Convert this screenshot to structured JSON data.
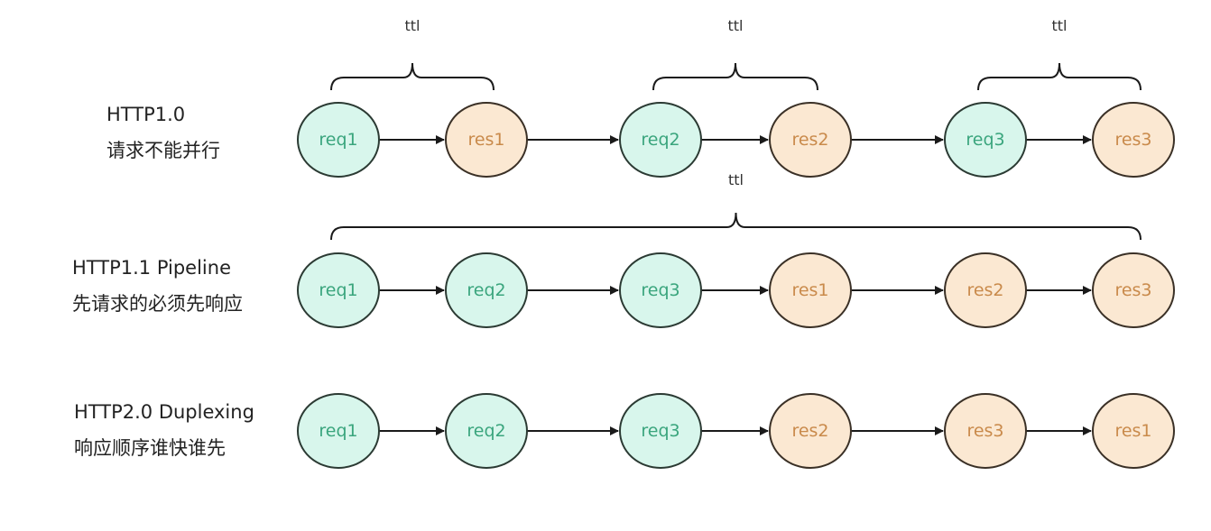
{
  "colors": {
    "req_fill": "#d8f6ec",
    "req_stroke": "#2b3a33",
    "req_text": "#3aa57d",
    "res_fill": "#fbe8d2",
    "res_stroke": "#3a3026",
    "res_text": "#c98a4b",
    "line": "#1a1a1a",
    "text": "#222222"
  },
  "rows": [
    {
      "title": "HTTP1.0",
      "subtitle": "请求不能并行",
      "nodes": [
        {
          "label": "req1",
          "kind": "req"
        },
        {
          "label": "res1",
          "kind": "res"
        },
        {
          "label": "req2",
          "kind": "req"
        },
        {
          "label": "res2",
          "kind": "res"
        },
        {
          "label": "req3",
          "kind": "req"
        },
        {
          "label": "res3",
          "kind": "res"
        }
      ],
      "braces": [
        {
          "label": "ttl",
          "from": 0,
          "to": 1
        },
        {
          "label": "ttl",
          "from": 2,
          "to": 3
        },
        {
          "label": "ttl",
          "from": 4,
          "to": 5
        }
      ]
    },
    {
      "title": "HTTP1.1 Pipeline",
      "subtitle": "先请求的必须先响应",
      "nodes": [
        {
          "label": "req1",
          "kind": "req"
        },
        {
          "label": "req2",
          "kind": "req"
        },
        {
          "label": "req3",
          "kind": "req"
        },
        {
          "label": "res1",
          "kind": "res"
        },
        {
          "label": "res2",
          "kind": "res"
        },
        {
          "label": "res3",
          "kind": "res"
        }
      ],
      "braces": [
        {
          "label": "ttl",
          "from": 0,
          "to": 5
        }
      ]
    },
    {
      "title": "HTTP2.0 Duplexing",
      "subtitle": "响应顺序谁快谁先",
      "nodes": [
        {
          "label": "req1",
          "kind": "req"
        },
        {
          "label": "req2",
          "kind": "req"
        },
        {
          "label": "req3",
          "kind": "req"
        },
        {
          "label": "res2",
          "kind": "res"
        },
        {
          "label": "res3",
          "kind": "res"
        },
        {
          "label": "res1",
          "kind": "res"
        }
      ],
      "braces": []
    }
  ]
}
